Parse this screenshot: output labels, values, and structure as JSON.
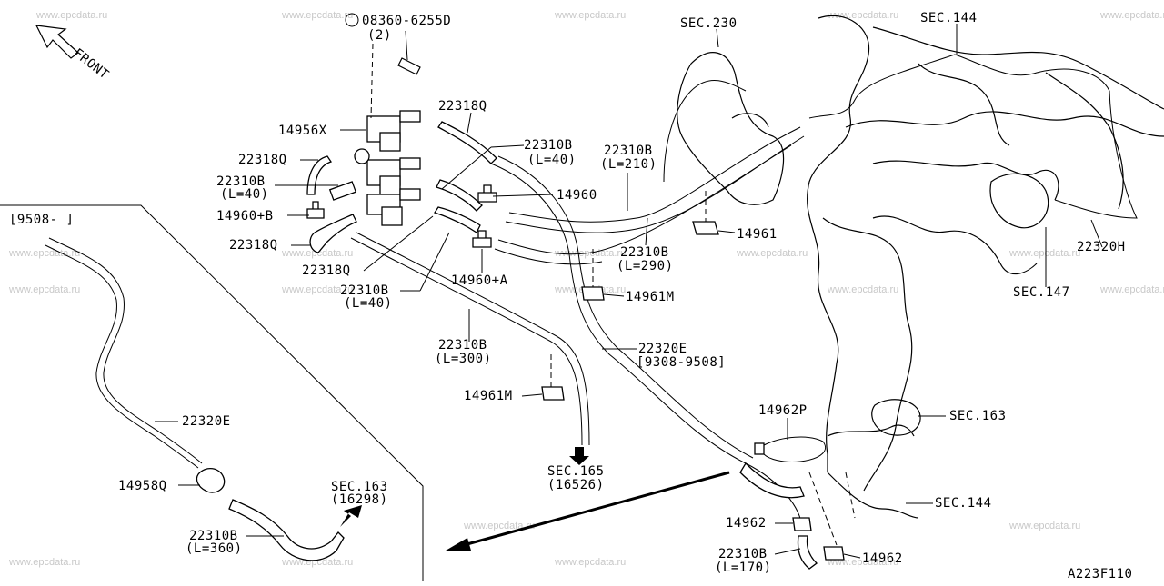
{
  "watermark": "www.epcdata.ru",
  "diagram_code": "A223F110",
  "front_label": "FRONT",
  "inset_label": "[9508-    ]",
  "bolt": {
    "part": "08360-6255D",
    "qty": "(2)"
  },
  "labels": {
    "p14956X": "14956X",
    "p22318Q_a": "22318Q",
    "p22318Q_b": "22318Q",
    "p22318Q_c": "22318Q",
    "p22318Q_d": "22318Q",
    "p22310B_a": "22310B",
    "p22310B_a_len": "(L=40)",
    "p22310B_b": "22310B",
    "p22310B_b_len": "(L=40)",
    "p22310B_c": "22310B",
    "p22310B_c_len": "(L=210)",
    "p22310B_d": "22310B",
    "p22310B_d_len": "(L=40)",
    "p22310B_e": "22310B",
    "p22310B_e_len": "(L=290)",
    "p22310B_f": "22310B",
    "p22310B_f_len": "(L=300)",
    "p22310B_g": "22310B",
    "p22310B_g_len": "(L=360)",
    "p22310B_h": "22310B",
    "p22310B_h_len": "(L=170)",
    "p14960": "14960",
    "p14960B": "14960+B",
    "p14960A": "14960+A",
    "p14961": "14961",
    "p14961M_a": "14961M",
    "p14961M_b": "14961M",
    "p14962P": "14962P",
    "p14962_a": "14962",
    "p14962_b": "14962",
    "p22320E_a": "22320E",
    "p22320E_a_range": "[9308-9508]",
    "p22320E_b": "22320E",
    "p22320H": "22320H",
    "p14958Q": "14958Q",
    "sec230": "SEC.230",
    "sec144_a": "SEC.144",
    "sec144_b": "SEC.144",
    "sec147": "SEC.147",
    "sec163_a": "SEC.163",
    "sec163_b": "SEC.163",
    "sec163_b_sub": "(16298)",
    "sec165": "SEC.165",
    "sec165_sub": "(16526)"
  }
}
